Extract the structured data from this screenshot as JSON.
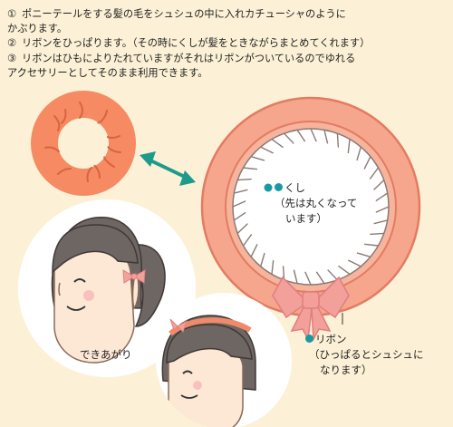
{
  "instructions": [
    {
      "num": "①",
      "text": "ポニーテールをする髪の毛をシュシュの中に入れカチューシャのように",
      "cont": "かぶります。"
    },
    {
      "num": "②",
      "text": "リボンをひっぱります。（その時にくしが髪をときながらまとめてくれます）"
    },
    {
      "num": "③",
      "text": "リボンはひもによりたれていますがそれはリボンがついているのでゆれる",
      "cont": "アクセサリーとしてそのまま利用できます。"
    }
  ],
  "labels": {
    "comb_line1": "くし",
    "comb_line2": "（先は丸くなって",
    "comb_line3": "います）",
    "ribbon_line1": "リボン",
    "ribbon_line2": "（ひっぱるとシュシュに",
    "ribbon_line3": "なります）",
    "finished": "できあがり"
  },
  "colors": {
    "background": "#fcf1d6",
    "scrunchie": "#f58a63",
    "ring": "#f5a68c",
    "ribbon": "#f4a09a",
    "hair": "#6e6663",
    "skin": "#fde7d5",
    "accent_dot": "#1a9aa0",
    "arrow": "#1e9a8c"
  },
  "icons": [
    "scrunchie-icon",
    "double-arrow-icon",
    "ring-comb-icon",
    "ribbon-icon",
    "ponytail-girl-icon",
    "headband-girl-icon"
  ]
}
